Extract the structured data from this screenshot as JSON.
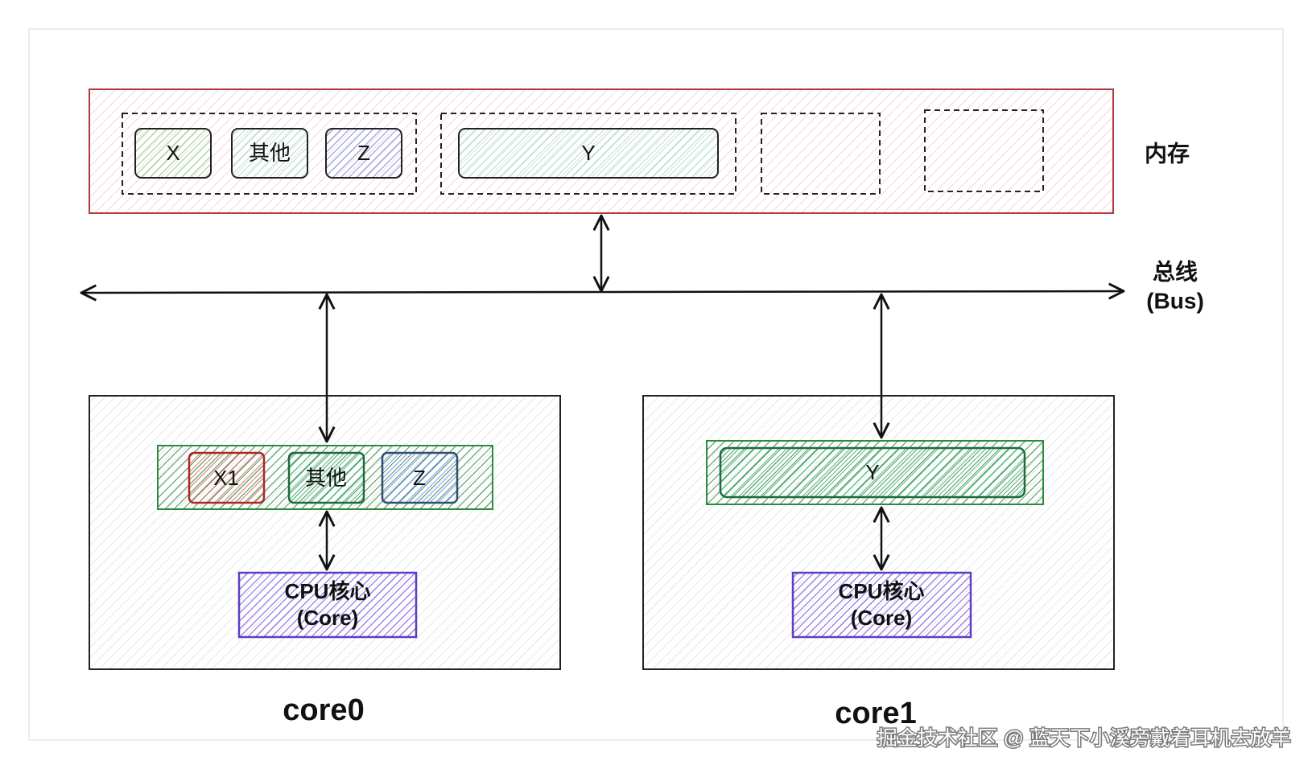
{
  "memory": {
    "label": "内存",
    "cells": {
      "x": "X",
      "other": "其他",
      "z": "Z",
      "y": "Y"
    }
  },
  "bus": {
    "label_line1": "总线",
    "label_line2": "(Bus)"
  },
  "core0": {
    "label": "core0",
    "cache": {
      "x1": "X1",
      "other": "其他",
      "z": "Z"
    },
    "cpu": {
      "line1": "CPU核心",
      "line2": "(Core)"
    }
  },
  "core1": {
    "label": "core1",
    "cache": {
      "y": "Y"
    },
    "cpu": {
      "line1": "CPU核心",
      "line2": "(Core)"
    }
  },
  "watermark": "掘金技术社区 @ 蓝天下小溪旁戴着耳机去放羊",
  "colors": {
    "memory_border": "#b03a3a",
    "memory_hatch": "#f2bcbc",
    "green": "#2f9e44",
    "cyan_hatch": "#7fd8cf",
    "blue": "#4a63c9",
    "red": "#c92a2a",
    "purple": "#6741d9",
    "teal": "#2b8a3e",
    "grey_hatch": "#dcdcdc"
  }
}
